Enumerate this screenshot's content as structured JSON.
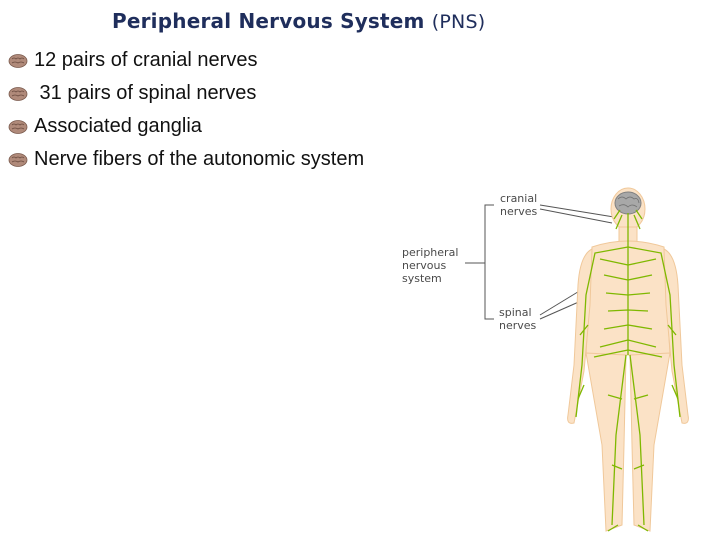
{
  "title": {
    "main": "Peripheral Nervous System ",
    "abbr": "(PNS)"
  },
  "bullets": [
    {
      "icon": "brain-icon",
      "text": "12 pairs of cranial nerves"
    },
    {
      "icon": "brain-icon",
      "text": " 31 pairs of spinal nerves"
    },
    {
      "icon": "brain-icon",
      "text": "Associated ganglia"
    },
    {
      "icon": "brain-icon",
      "text": "Nerve fibers of the autonomic system"
    }
  ],
  "figure": {
    "labels": {
      "cranial": [
        "cranial",
        "nerves"
      ],
      "peripheral": [
        "peripheral",
        "nervous",
        "system"
      ],
      "spinal": [
        "spinal",
        "nerves"
      ]
    },
    "colors": {
      "skin": "#fbe2c6",
      "nerve": "#7fb800",
      "brain": "#a8a8a8",
      "label_line": "#555555"
    }
  }
}
